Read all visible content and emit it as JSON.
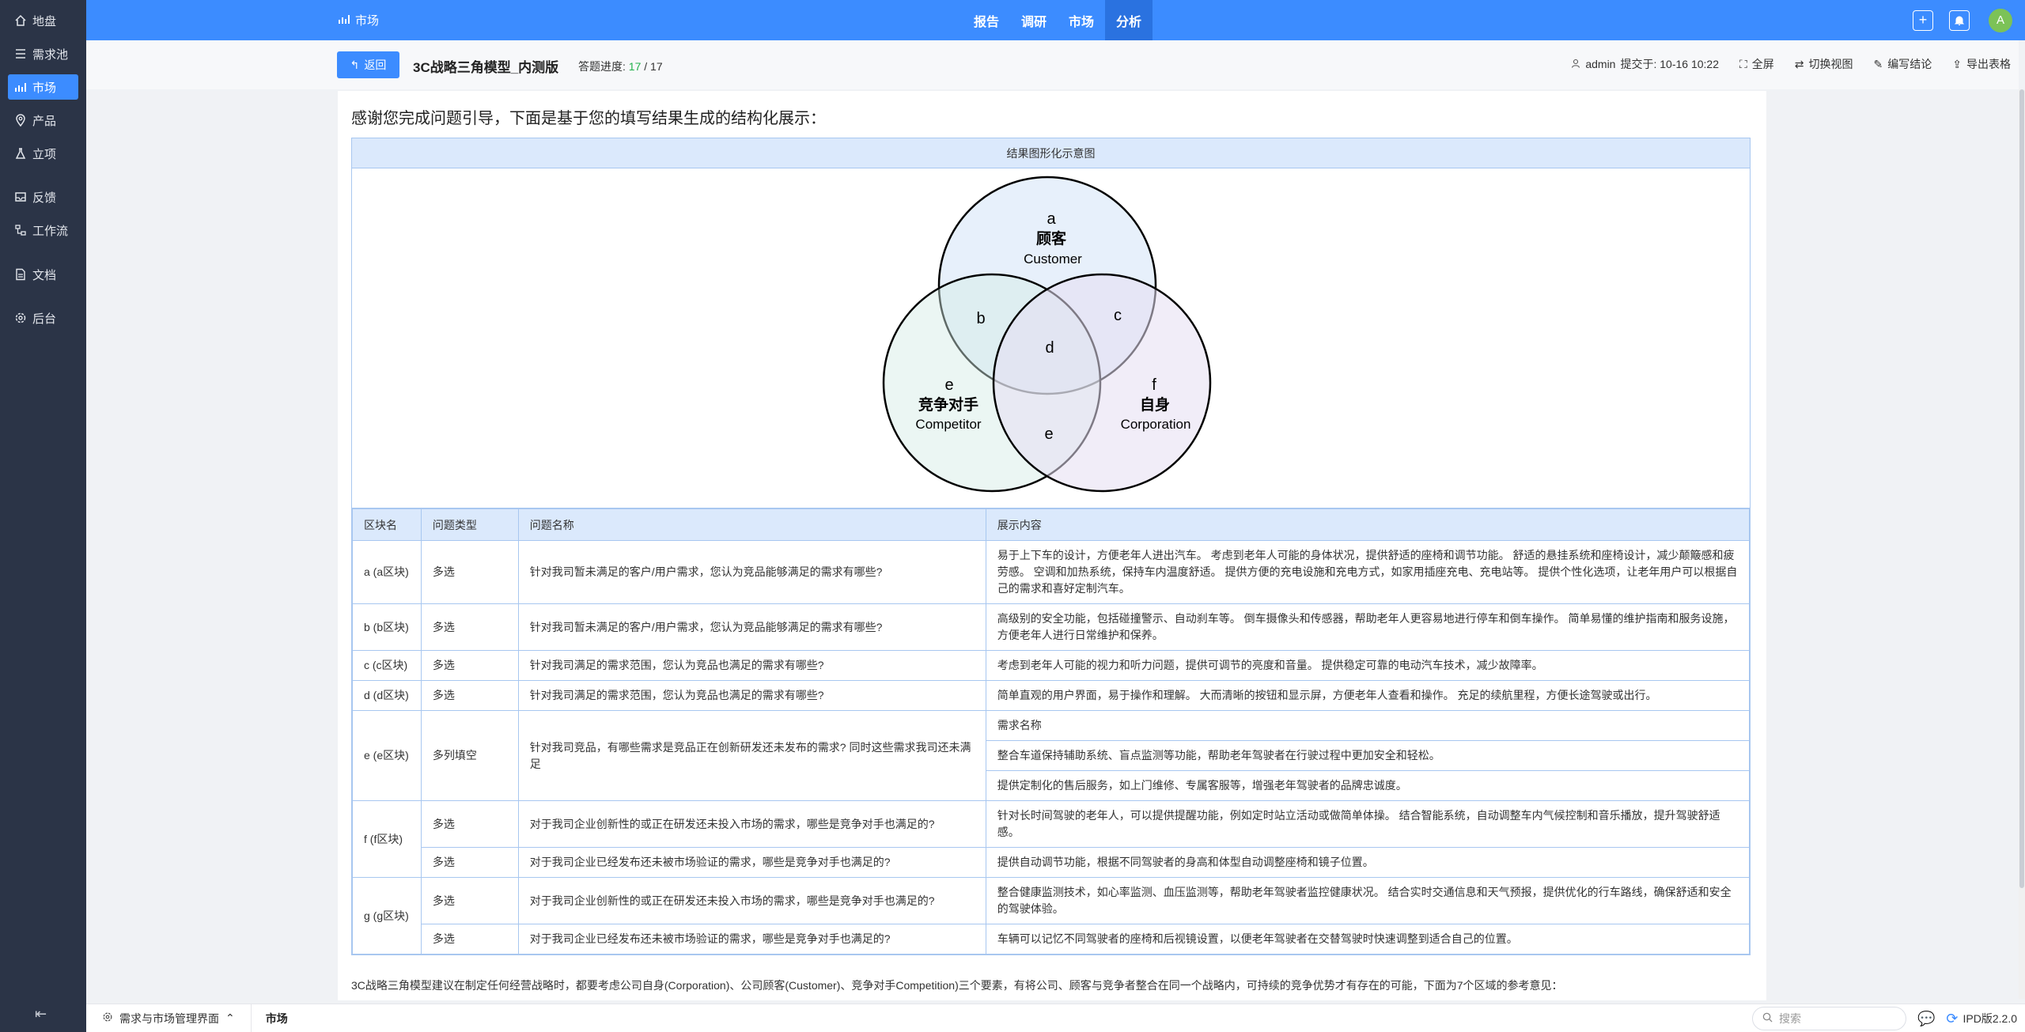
{
  "sidebar": {
    "items": [
      {
        "label": "地盘",
        "icon": "home-icon"
      },
      {
        "label": "需求池",
        "icon": "list-icon"
      },
      {
        "label": "市场",
        "icon": "chart-icon"
      },
      {
        "label": "产品",
        "icon": "location-icon"
      },
      {
        "label": "立项",
        "icon": "flask-icon"
      },
      {
        "label": "反馈",
        "icon": "inbox-icon"
      },
      {
        "label": "工作流",
        "icon": "workflow-icon"
      },
      {
        "label": "文档",
        "icon": "document-icon"
      },
      {
        "label": "后台",
        "icon": "gear-icon"
      }
    ],
    "active_index": 2
  },
  "topbar": {
    "crumb": "市场",
    "nav": [
      "报告",
      "调研",
      "市场",
      "分析"
    ],
    "active_nav": 3,
    "avatar_letter": "A"
  },
  "subheader": {
    "back_label": "返回",
    "title": "3C战略三角模型_内测版",
    "progress_label": "答题进度:",
    "progress_done": "17",
    "progress_sep": "/",
    "progress_total": "17",
    "user": "admin",
    "submit_time": "提交于: 10-16 10:22",
    "fullscreen": "全屏",
    "switch_view": "切换视图",
    "write_conclusion": "编写结论",
    "export_table": "导出表格"
  },
  "content": {
    "intro": "感谢您完成问题引导，下面是基于您的填写结果生成的结构化展示：",
    "frame_title": "结果图形化示意图",
    "venn": {
      "customer": {
        "letter": "a",
        "cn": "顾客",
        "en": "Customer"
      },
      "competitor": {
        "letter": "e",
        "cn": "竞争对手",
        "en": "Competitor"
      },
      "corporation": {
        "letter": "f",
        "cn": "自身",
        "en": "Corporation"
      },
      "b": "b",
      "c": "c",
      "d": "d",
      "e2": "e"
    },
    "table": {
      "headers": [
        "区块名",
        "问题类型",
        "问题名称",
        "展示内容"
      ],
      "rows": [
        {
          "block": "a (a区块)",
          "type": "多选",
          "question": "针对我司暂未满足的客户/用户需求，您认为竞品能够满足的需求有哪些?",
          "display": "易于上下车的设计，方便老年人进出汽车。    考虑到老年人可能的身体状况，提供舒适的座椅和调节功能。    舒适的悬挂系统和座椅设计，减少颠簸感和疲劳感。    空调和加热系统，保持车内温度舒适。    提供方便的充电设施和充电方式，如家用插座充电、充电站等。    提供个性化选项，让老年用户可以根据自己的需求和喜好定制汽车。"
        },
        {
          "block": "b (b区块)",
          "type": "多选",
          "question": "针对我司暂未满足的客户/用户需求，您认为竞品能够满足的需求有哪些?",
          "display": "高级别的安全功能，包括碰撞警示、自动刹车等。    倒车摄像头和传感器，帮助老年人更容易地进行停车和倒车操作。    简单易懂的维护指南和服务设施，方便老年人进行日常维护和保养。"
        },
        {
          "block": "c (c区块)",
          "type": "多选",
          "question": "针对我司满足的需求范围，您认为竞品也满足的需求有哪些?",
          "display": "考虑到老年人可能的视力和听力问题，提供可调节的亮度和音量。    提供稳定可靠的电动汽车技术，减少故障率。"
        },
        {
          "block": "d (d区块)",
          "type": "多选",
          "question": "针对我司满足的需求范围，您认为竞品也满足的需求有哪些?",
          "display": "简单直观的用户界面，易于操作和理解。    大而清晰的按钮和显示屏，方便老年人查看和操作。    充足的续航里程，方便长途驾驶或出行。"
        },
        {
          "block": "e (e区块)",
          "type": "多列填空",
          "question": "针对我司竞品，有哪些需求是竞品正在创新研发还未发布的需求? 同时这些需求我司还未满足",
          "sub": [
            "需求名称",
            "整合车道保持辅助系统、盲点监测等功能，帮助老年驾驶者在行驶过程中更加安全和轻松。",
            "提供定制化的售后服务，如上门维修、专属客服等，增强老年驾驶者的品牌忠诚度。"
          ]
        },
        {
          "block": "f (f区块)",
          "type": "多选",
          "question": "对于我司企业创新性的或正在研发还未投入市场的需求，哪些是竞争对手也满足的?",
          "display": "针对长时间驾驶的老年人，可以提供提醒功能，例如定时站立活动或做简单体操。    结合智能系统，自动调整车内气候控制和音乐播放，提升驾驶舒适感。"
        },
        {
          "block": "",
          "type": "多选",
          "question": "对于我司企业已经发布还未被市场验证的需求，哪些是竞争对手也满足的?",
          "display": "提供自动调节功能，根据不同驾驶者的身高和体型自动调整座椅和镜子位置。"
        },
        {
          "block": "g (g区块)",
          "type": "多选",
          "question": "对于我司企业创新性的或正在研发还未投入市场的需求，哪些是竞争对手也满足的?",
          "display": "整合健康监测技术，如心率监测、血压监测等，帮助老年驾驶者监控健康状况。    结合实时交通信息和天气预报，提供优化的行车路线，确保舒适和安全的驾驶体验。"
        },
        {
          "block": "",
          "type": "多选",
          "question": "对于我司企业已经发布还未被市场验证的需求，哪些是竞争对手也满足的?",
          "display": "车辆可以记忆不同驾驶者的座椅和后视镜设置，以便老年驾驶者在交替驾驶时快速调整到适合自己的位置。"
        }
      ]
    },
    "bottom_note": "3C战略三角模型建议在制定任何经营战略时，都要考虑公司自身(Corporation)、公司顾客(Customer)、竞争对手Competition)三个要素，有将公司、顾客与竞争者整合在同一个战略内，可持续的竞争优势才有存在的可能，下面为7个区域的参考意见："
  },
  "statusbar": {
    "module": "需求与市场管理界面",
    "tab": "市场",
    "search_placeholder": "搜索",
    "version": "IPD版2.2.0"
  }
}
